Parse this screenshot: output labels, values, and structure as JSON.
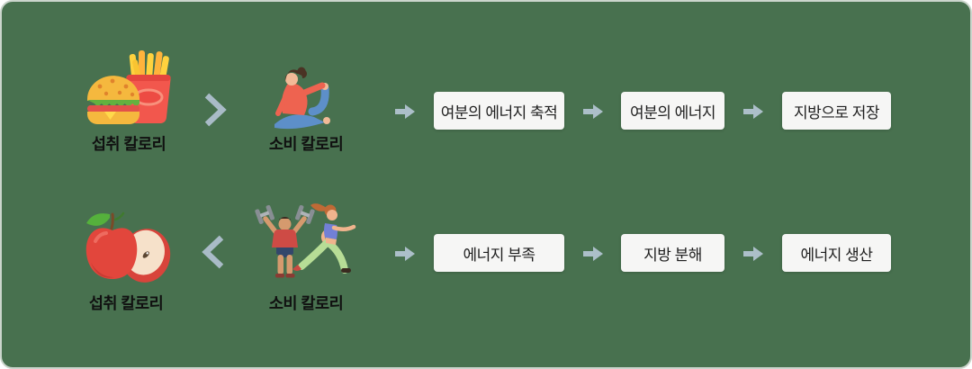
{
  "diagram_title": "calorie-balance-flow",
  "colors": {
    "background": "#48714F",
    "border": "#CBD5CC",
    "step_box_bg": "#F6F6F5",
    "step_text": "#1E1E1E",
    "label_text": "#101010",
    "arrow": "#ACBFC9",
    "comparator": "#A9BBC7"
  },
  "rows": [
    {
      "name": "energy-surplus",
      "intake": {
        "label": "섭취 칼로리",
        "icon": "burger-fries-icon"
      },
      "comparator": ">",
      "burn": {
        "label": "소비 칼로리",
        "icon": "yoga-icon"
      },
      "steps": [
        "여분의 에너지 축적",
        "여분의 에너지",
        "지방으로 저장"
      ]
    },
    {
      "name": "energy-deficit",
      "intake": {
        "label": "섭취 칼로리",
        "icon": "apple-icon"
      },
      "comparator": "<",
      "burn": {
        "label": "소비 칼로리",
        "icon": "exercise-icon"
      },
      "steps": [
        "에너지 부족",
        "지방 분해",
        "에너지 생산"
      ]
    }
  ]
}
